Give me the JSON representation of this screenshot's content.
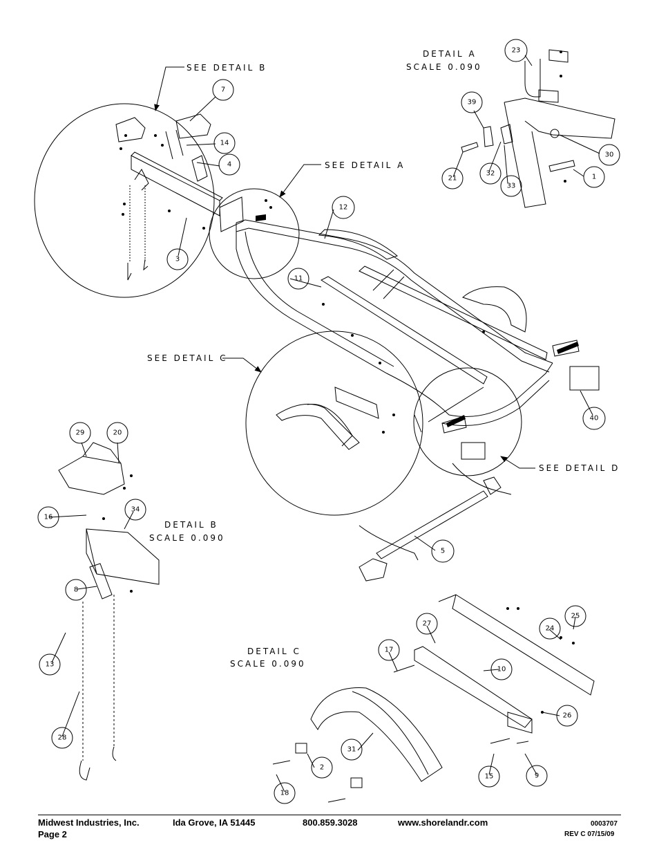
{
  "labels": {
    "see_b": "SEE DETAIL B",
    "see_a": "SEE DETAIL A",
    "see_c": "SEE DETAIL C",
    "see_d": "SEE DETAIL D",
    "detail_a": "DETAIL A",
    "detail_b": "DETAIL B",
    "detail_c": "DETAIL C",
    "scale": "SCALE 0.090"
  },
  "balloons": [
    {
      "id": "p7",
      "text": "7"
    },
    {
      "id": "p14",
      "text": "14"
    },
    {
      "id": "p4",
      "text": "4"
    },
    {
      "id": "p3",
      "text": "3"
    },
    {
      "id": "p12",
      "text": "12"
    },
    {
      "id": "p11",
      "text": "11"
    },
    {
      "id": "p40",
      "text": "40"
    },
    {
      "id": "p5",
      "text": "5"
    },
    {
      "id": "p23",
      "text": "23"
    },
    {
      "id": "p39",
      "text": "39"
    },
    {
      "id": "p21",
      "text": "21"
    },
    {
      "id": "p32",
      "text": "32"
    },
    {
      "id": "p33",
      "text": "33"
    },
    {
      "id": "p30",
      "text": "30"
    },
    {
      "id": "p1",
      "text": "1"
    },
    {
      "id": "p29",
      "text": "29"
    },
    {
      "id": "p20",
      "text": "20"
    },
    {
      "id": "p16",
      "text": "16"
    },
    {
      "id": "p34",
      "text": "34"
    },
    {
      "id": "p8",
      "text": "8"
    },
    {
      "id": "p13",
      "text": "13"
    },
    {
      "id": "p28",
      "text": "28"
    },
    {
      "id": "p27",
      "text": "27"
    },
    {
      "id": "p17",
      "text": "17"
    },
    {
      "id": "p10",
      "text": "10"
    },
    {
      "id": "p24",
      "text": "24"
    },
    {
      "id": "p25",
      "text": "25"
    },
    {
      "id": "p26",
      "text": "26"
    },
    {
      "id": "p31",
      "text": "31"
    },
    {
      "id": "p2",
      "text": "2"
    },
    {
      "id": "p18",
      "text": "18"
    },
    {
      "id": "p15",
      "text": "15"
    },
    {
      "id": "p9",
      "text": "9"
    }
  ],
  "footer": {
    "company": "Midwest Industries, Inc.",
    "page": "Page 2",
    "location": "Ida Grove, IA  51445",
    "phone": "800.859.3028",
    "website": "www.shorelandr.com",
    "doc_number": "0003707",
    "revision": "REV C  07/15/09"
  }
}
